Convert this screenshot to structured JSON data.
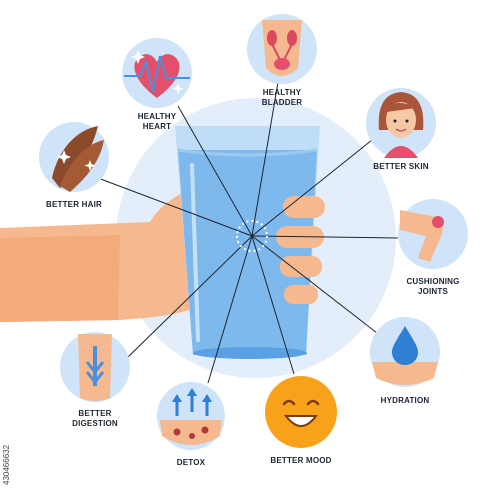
{
  "benefits": {
    "heart": "HEALTHY\nHEART",
    "bladder": "HEALTHY\nBLADDER",
    "skin": "BETTER SKIN",
    "hair": "BETTER HAIR",
    "joints": "CUSHIONING\nJOINTS",
    "hydration": "HYDRATION",
    "digestion": "BETTER\nDIGESTION",
    "detox": "DETOX",
    "mood": "BETTER MOOD"
  },
  "stock_id": "430466632",
  "colors": {
    "bg_circle": "#e3eefa",
    "icon_circle": "#cfe4f8",
    "water": "#4a90dc",
    "skin": "#f6b98f",
    "mood": "#f7a21a"
  },
  "icons": [
    "heart-icon",
    "bladder-icon",
    "woman-face-icon",
    "hair-icon",
    "knee-joint-icon",
    "water-drop-icon",
    "stomach-icon",
    "detox-icon",
    "smiley-icon"
  ]
}
